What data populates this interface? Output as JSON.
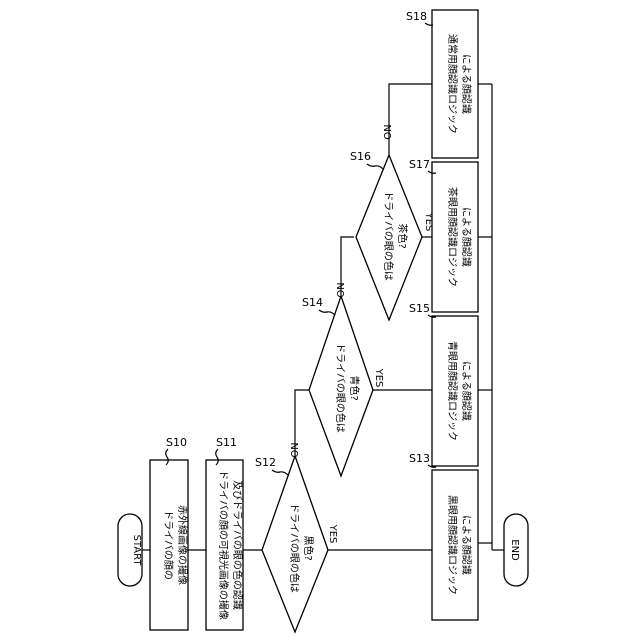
{
  "terminals": {
    "start": "START",
    "end": "END"
  },
  "processes": {
    "s10": {
      "id": "S10",
      "line1": "ドライバの顔の",
      "line2": "赤外線画像の撮像"
    },
    "s11": {
      "id": "S11",
      "line1": "ドライバの顔の可視光画像の撮像",
      "line2": "及びドライバの眼の色の認識"
    },
    "s13": {
      "id": "S13",
      "line1": "黒眼用顔認識ロジック",
      "line2": "による顔認識"
    },
    "s15": {
      "id": "S15",
      "line1": "青眼用顔認識ロジック",
      "line2": "による顔認識"
    },
    "s17": {
      "id": "S17",
      "line1": "茶眼用顔認識ロジック",
      "line2": "による顔認識"
    },
    "s18": {
      "id": "S18",
      "line1": "通常用顔認識ロジック",
      "line2": "による顔認識"
    }
  },
  "decisions": {
    "s12": {
      "id": "S12",
      "line1": "ドライバの眼の色は",
      "line2": "黒色?"
    },
    "s14": {
      "id": "S14",
      "line1": "ドライバの眼の色は",
      "line2": "青色?"
    },
    "s16": {
      "id": "S16",
      "line1": "ドライバの眼の色は",
      "line2": "茶色?"
    }
  },
  "branch_labels": {
    "yes": "YES",
    "no": "NO"
  }
}
